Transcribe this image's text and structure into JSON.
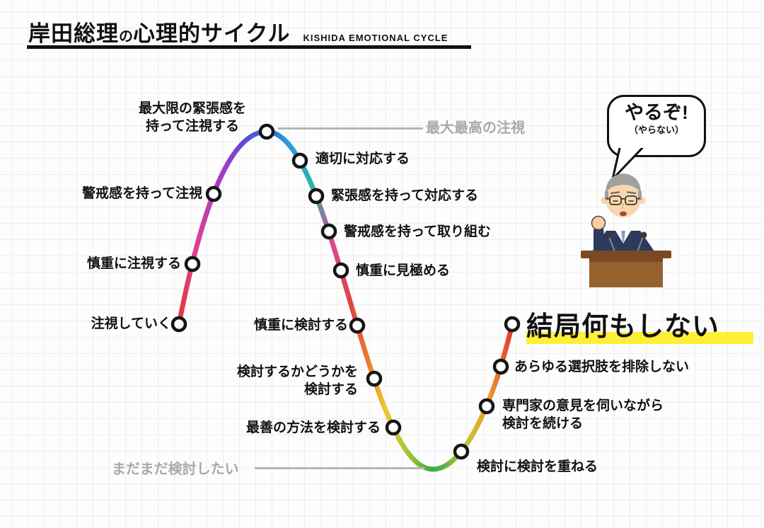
{
  "title": {
    "part1": "岸田総理",
    "particle": "の",
    "part2": "心理的サイクル",
    "subtitle": "KISHIDA EMOTIONAL CYCLE"
  },
  "speech_bubble": {
    "line1": "やるぞ!",
    "line2": "（やらない）"
  },
  "callouts": {
    "peak": "最大最高の注視",
    "bottom": "まだまだ検討したい"
  },
  "points": [
    {
      "label": "注視していく"
    },
    {
      "label": "慎重に注視する"
    },
    {
      "label": "警戒感を持って注視"
    },
    {
      "label": "最大限の緊張感を\n持って注視する"
    },
    {
      "label": "適切に対応する"
    },
    {
      "label": "緊張感を持って対応する"
    },
    {
      "label": "警戒感を持って取り組む"
    },
    {
      "label": "慎重に見極める"
    },
    {
      "label": "慎重に検討する"
    },
    {
      "label": "検討するかどうかを\n検討する"
    },
    {
      "label": "最善の方法を検討する"
    },
    {
      "label": "検討に検討を重ねる"
    },
    {
      "label": "専門家の意見を伺いながら\n検討を続ける"
    },
    {
      "label": "あらゆる選択肢を排除しない"
    },
    {
      "label": "結局何もしない"
    }
  ],
  "colors": {
    "highlight_yellow": "#ffef36",
    "muted_gray": "#a9a9a9",
    "ink": "#111111",
    "curve_palette": [
      "#e23c3c",
      "#df3f8e",
      "#a83dc4",
      "#2f6fdf",
      "#2b99dc",
      "#27b5ae",
      "#d8498f",
      "#e04343",
      "#ec7f2f",
      "#eec832",
      "#39a94c",
      "#7fbc3a",
      "#ee9b2d",
      "#e2362e"
    ]
  }
}
